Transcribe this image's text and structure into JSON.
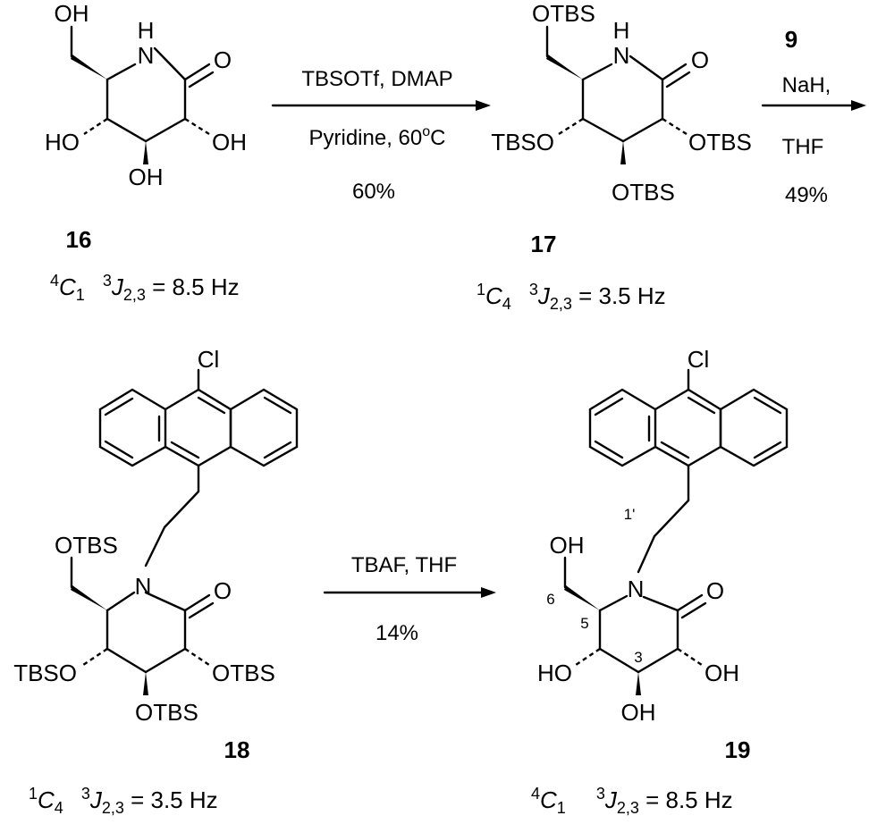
{
  "atoms": {
    "oh": "OH",
    "ho": "HO",
    "h": "H",
    "n": "N",
    "o": "O",
    "otbs": "OTBS",
    "tbso": "TBSO",
    "cl": "Cl"
  },
  "compounds": {
    "c16": {
      "number": "16",
      "conformation": "C",
      "conf_sup": "4",
      "conf_sub": "1",
      "j_label": "J",
      "j_sup": "3",
      "j_sub": "2,3",
      "j_value": " = 8.5 Hz"
    },
    "c17": {
      "number": "17",
      "conformation": "C",
      "conf_sup": "1",
      "conf_sub": "4",
      "j_label": "J",
      "j_sup": "3",
      "j_sub": "2,3",
      "j_value": " = 3.5 Hz"
    },
    "c18": {
      "number": "18",
      "conformation": "C",
      "conf_sup": "1",
      "conf_sub": "4",
      "j_label": "J",
      "j_sup": "3",
      "j_sub": "2,3",
      "j_value": " = 3.5 Hz"
    },
    "c19": {
      "number": "19",
      "conformation": "C",
      "conf_sup": "4",
      "conf_sub": "1",
      "j_label": "J",
      "j_sup": "3",
      "j_sub": "2,3",
      "j_value": " = 8.5 Hz"
    }
  },
  "reactions": {
    "r1": {
      "reagents": "TBSOTf, DMAP",
      "solvent_prefix": "Pyridine, 60",
      "temp_sup": "o",
      "temp_unit": "C",
      "yield": "60%"
    },
    "r2": {
      "reagent_number": "9",
      "base": "NaH,",
      "solvent": "THF",
      "yield": "49%"
    },
    "r3": {
      "reagents": "TBAF, THF",
      "yield": "14%"
    }
  },
  "locants": {
    "l1p": "1'",
    "l6": "6",
    "l5": "5",
    "l3": "3"
  }
}
